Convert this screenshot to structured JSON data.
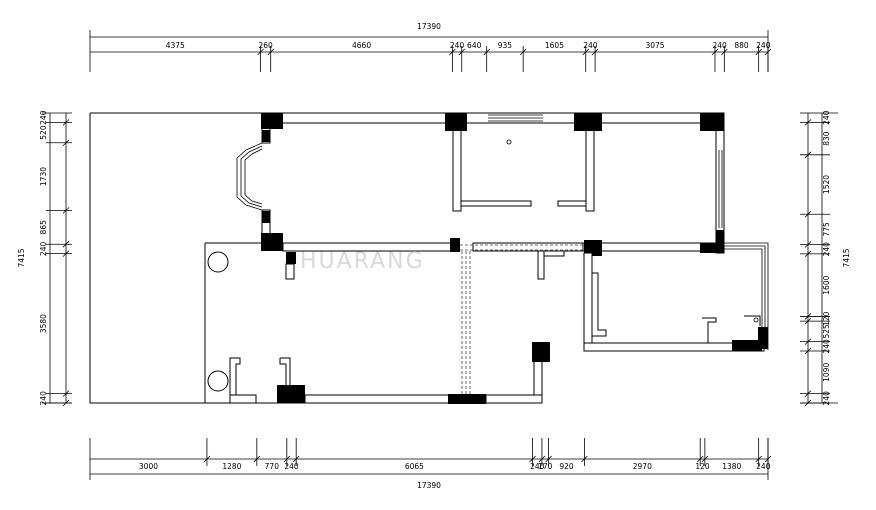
{
  "dimensions": {
    "top_total": "17390",
    "top_segments": [
      "4375",
      "260",
      "4660",
      "240",
      "640",
      "935",
      "1605",
      "240",
      "3075",
      "240",
      "880",
      "240"
    ],
    "bottom_total": "17390",
    "bottom_segments": [
      "3000",
      "1280",
      "770",
      "240",
      "6065",
      "240",
      "170",
      "920",
      "2970",
      "120",
      "1380",
      "240"
    ],
    "left_total": "7415",
    "left_segments": [
      "240",
      "520",
      "1730",
      "865",
      "240",
      "3580",
      "240"
    ],
    "right_total": "7415",
    "right_segments": [
      "240",
      "830",
      "1520",
      "775",
      "240",
      "1600",
      "120",
      "525",
      "240",
      "1090",
      "240"
    ]
  },
  "watermark": "HUARANG"
}
